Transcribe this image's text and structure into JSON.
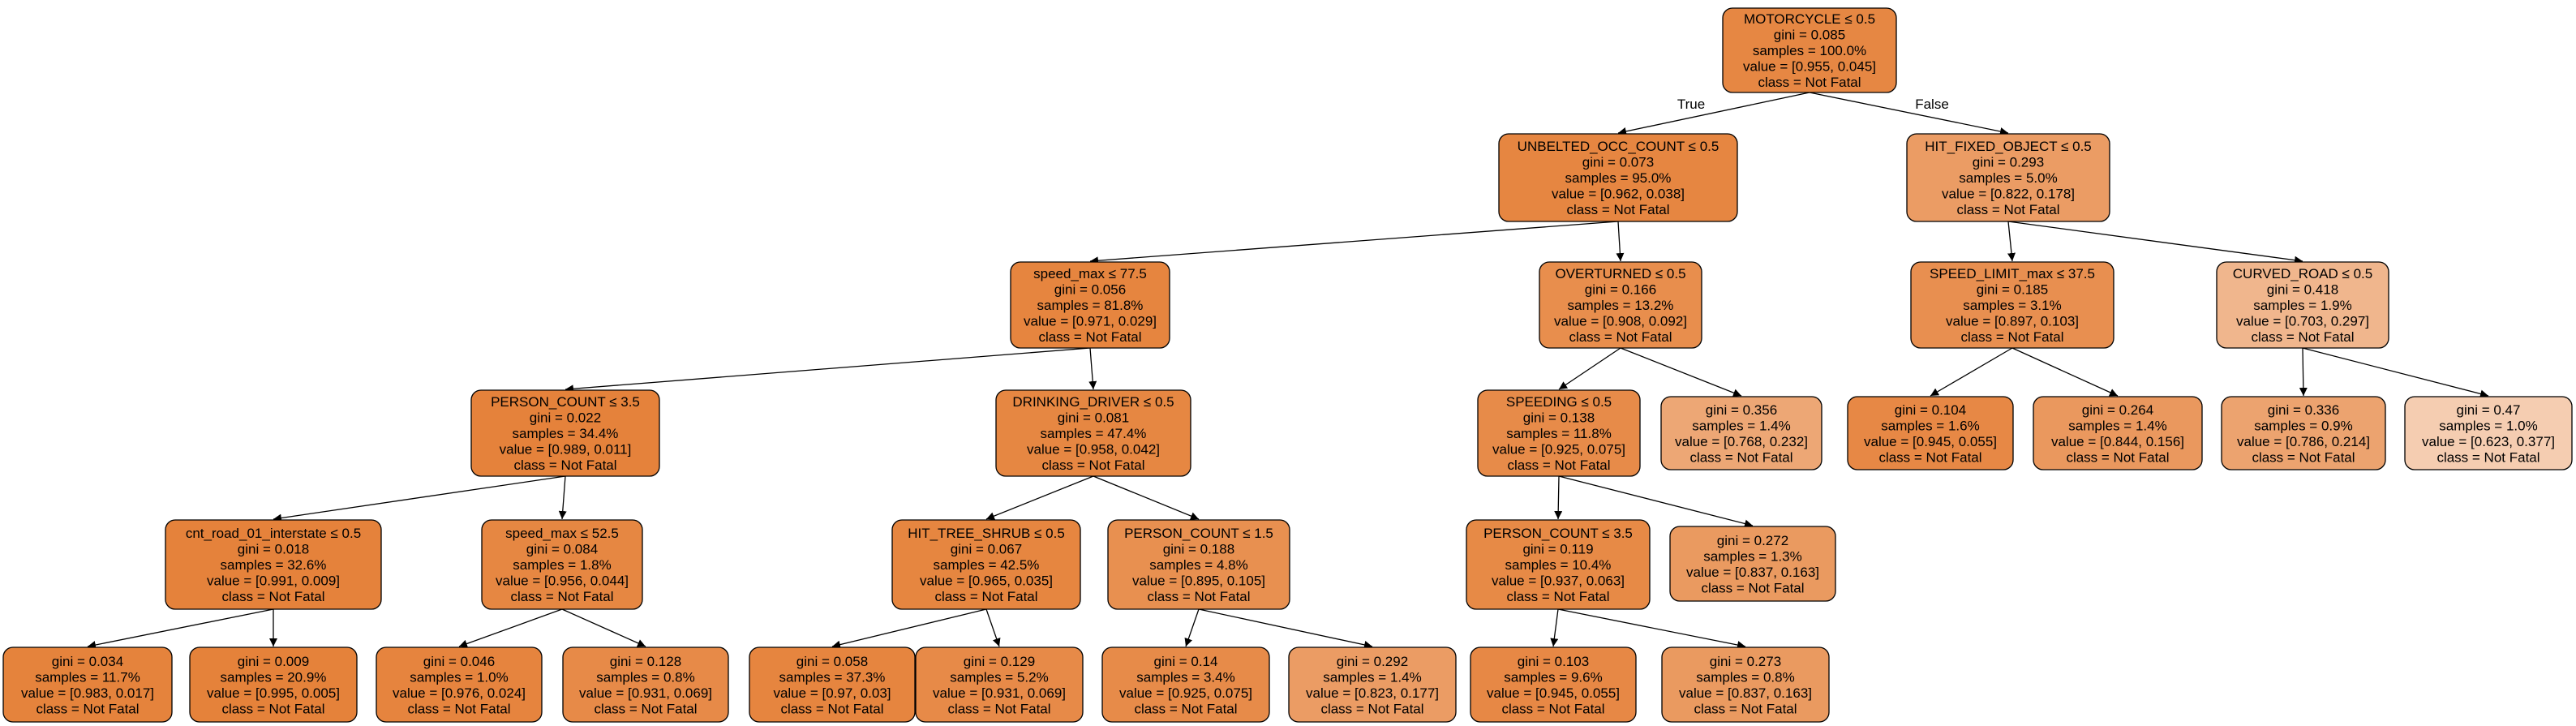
{
  "tree": {
    "edge_labels": {
      "true_label": "True",
      "false_label": "False"
    },
    "nodes": [
      {
        "id": "n0",
        "lines": [
          "MOTORCYCLE ≤ 0.5",
          "gini = 0.085",
          "samples = 100.0%",
          "value = [0.955, 0.045]",
          "class = Not Fatal"
        ],
        "fill": "#e68743"
      },
      {
        "id": "n1",
        "lines": [
          "UNBELTED_OCC_COUNT ≤ 0.5",
          "gini = 0.073",
          "samples = 95.0%",
          "value = [0.962, 0.038]",
          "class = Not Fatal"
        ],
        "fill": "#e68641"
      },
      {
        "id": "n2",
        "lines": [
          "HIT_FIXED_OBJECT ≤ 0.5",
          "gini = 0.293",
          "samples = 5.0%",
          "value = [0.822, 0.178]",
          "class = Not Fatal"
        ],
        "fill": "#eb9c64"
      },
      {
        "id": "n3",
        "lines": [
          "speed_max ≤ 77.5",
          "gini = 0.056",
          "samples = 81.8%",
          "value = [0.971, 0.029]",
          "class = Not Fatal"
        ],
        "fill": "#e6853f"
      },
      {
        "id": "n4",
        "lines": [
          "OVERTURNED ≤ 0.5",
          "gini = 0.166",
          "samples = 13.2%",
          "value = [0.908, 0.092]",
          "class = Not Fatal"
        ],
        "fill": "#e88e4d"
      },
      {
        "id": "n5",
        "lines": [
          "SPEED_LIMIT_max ≤ 37.5",
          "gini = 0.185",
          "samples = 3.1%",
          "value = [0.897, 0.103]",
          "class = Not Fatal"
        ],
        "fill": "#e88f50"
      },
      {
        "id": "n6",
        "lines": [
          "CURVED_ROAD ≤ 0.5",
          "gini = 0.418",
          "samples = 1.9%",
          "value = [0.703, 0.297]",
          "class = Not Fatal"
        ],
        "fill": "#f0b68d"
      },
      {
        "id": "n7",
        "lines": [
          "PERSON_COUNT ≤ 3.5",
          "gini = 0.022",
          "samples = 34.4%",
          "value = [0.989, 0.011]",
          "class = Not Fatal"
        ],
        "fill": "#e5823b"
      },
      {
        "id": "n8",
        "lines": [
          "DRINKING_DRIVER ≤ 0.5",
          "gini = 0.081",
          "samples = 47.4%",
          "value = [0.958, 0.042]",
          "class = Not Fatal"
        ],
        "fill": "#e68742"
      },
      {
        "id": "n9",
        "lines": [
          "SPEEDING ≤ 0.5",
          "gini = 0.138",
          "samples = 11.8%",
          "value = [0.925, 0.075]",
          "class = Not Fatal"
        ],
        "fill": "#e78b49"
      },
      {
        "id": "n10",
        "lines": [
          "gini = 0.356",
          "samples = 1.4%",
          "value = [0.768, 0.232]",
          "class = Not Fatal"
        ],
        "fill": "#eda775"
      },
      {
        "id": "n11",
        "lines": [
          "gini = 0.104",
          "samples = 1.6%",
          "value = [0.945, 0.055]",
          "class = Not Fatal"
        ],
        "fill": "#e78845"
      },
      {
        "id": "n12",
        "lines": [
          "gini = 0.264",
          "samples = 1.4%",
          "value = [0.844, 0.156]",
          "class = Not Fatal"
        ],
        "fill": "#ea985e"
      },
      {
        "id": "n13",
        "lines": [
          "gini = 0.336",
          "samples = 0.9%",
          "value = [0.786, 0.214]",
          "class = Not Fatal"
        ],
        "fill": "#eca36f"
      },
      {
        "id": "n14",
        "lines": [
          "gini = 0.47",
          "samples = 1.0%",
          "value = [0.623, 0.377]",
          "class = Not Fatal"
        ],
        "fill": "#f5cdb1"
      },
      {
        "id": "n15",
        "lines": [
          "cnt_road_01_interstate ≤ 0.5",
          "gini = 0.018",
          "samples = 32.6%",
          "value = [0.991, 0.009]",
          "class = Not Fatal"
        ],
        "fill": "#e5823b"
      },
      {
        "id": "n16",
        "lines": [
          "speed_max ≤ 52.5",
          "gini = 0.084",
          "samples = 1.8%",
          "value = [0.956, 0.044]",
          "class = Not Fatal"
        ],
        "fill": "#e68742"
      },
      {
        "id": "n17",
        "lines": [
          "HIT_TREE_SHRUB ≤ 0.5",
          "gini = 0.067",
          "samples = 42.5%",
          "value = [0.965, 0.035]",
          "class = Not Fatal"
        ],
        "fill": "#e68640"
      },
      {
        "id": "n18",
        "lines": [
          "PERSON_COUNT ≤ 1.5",
          "gini = 0.188",
          "samples = 4.8%",
          "value = [0.895, 0.105]",
          "class = Not Fatal"
        ],
        "fill": "#e89050"
      },
      {
        "id": "n19",
        "lines": [
          "PERSON_COUNT ≤ 3.5",
          "gini = 0.119",
          "samples = 10.4%",
          "value = [0.937, 0.063]",
          "class = Not Fatal"
        ],
        "fill": "#e78a46"
      },
      {
        "id": "n20",
        "lines": [
          "gini = 0.272",
          "samples = 1.3%",
          "value = [0.837, 0.163]",
          "class = Not Fatal"
        ],
        "fill": "#ea9a60"
      },
      {
        "id": "n21",
        "lines": [
          "gini = 0.034",
          "samples = 11.7%",
          "value = [0.983, 0.017]",
          "class = Not Fatal"
        ],
        "fill": "#e5833c"
      },
      {
        "id": "n22",
        "lines": [
          "gini = 0.009",
          "samples = 20.9%",
          "value = [0.995, 0.005]",
          "class = Not Fatal"
        ],
        "fill": "#e5823a"
      },
      {
        "id": "n23",
        "lines": [
          "gini = 0.046",
          "samples = 1.0%",
          "value = [0.976, 0.024]",
          "class = Not Fatal"
        ],
        "fill": "#e6843e"
      },
      {
        "id": "n24",
        "lines": [
          "gini = 0.128",
          "samples = 0.8%",
          "value = [0.931, 0.069]",
          "class = Not Fatal"
        ],
        "fill": "#e78a48"
      },
      {
        "id": "n25",
        "lines": [
          "gini = 0.058",
          "samples = 37.3%",
          "value = [0.97, 0.03]",
          "class = Not Fatal"
        ],
        "fill": "#e6853f"
      },
      {
        "id": "n26",
        "lines": [
          "gini = 0.129",
          "samples = 5.2%",
          "value = [0.931, 0.069]",
          "class = Not Fatal"
        ],
        "fill": "#e78a48"
      },
      {
        "id": "n27",
        "lines": [
          "gini = 0.14",
          "samples = 3.4%",
          "value = [0.925, 0.075]",
          "class = Not Fatal"
        ],
        "fill": "#e78b49"
      },
      {
        "id": "n28",
        "lines": [
          "gini = 0.292",
          "samples = 1.4%",
          "value = [0.823, 0.177]",
          "class = Not Fatal"
        ],
        "fill": "#eb9c64"
      },
      {
        "id": "n29",
        "lines": [
          "gini = 0.103",
          "samples = 9.6%",
          "value = [0.945, 0.055]",
          "class = Not Fatal"
        ],
        "fill": "#e78845"
      },
      {
        "id": "n30",
        "lines": [
          "gini = 0.273",
          "samples = 0.8%",
          "value = [0.837, 0.163]",
          "class = Not Fatal"
        ],
        "fill": "#ea9a60"
      }
    ],
    "edges": [
      [
        "n0",
        "n1"
      ],
      [
        "n0",
        "n2"
      ],
      [
        "n1",
        "n3"
      ],
      [
        "n1",
        "n4"
      ],
      [
        "n2",
        "n5"
      ],
      [
        "n2",
        "n6"
      ],
      [
        "n3",
        "n7"
      ],
      [
        "n3",
        "n8"
      ],
      [
        "n4",
        "n9"
      ],
      [
        "n4",
        "n10"
      ],
      [
        "n5",
        "n11"
      ],
      [
        "n5",
        "n12"
      ],
      [
        "n6",
        "n13"
      ],
      [
        "n6",
        "n14"
      ],
      [
        "n7",
        "n15"
      ],
      [
        "n7",
        "n16"
      ],
      [
        "n8",
        "n17"
      ],
      [
        "n8",
        "n18"
      ],
      [
        "n9",
        "n19"
      ],
      [
        "n9",
        "n20"
      ],
      [
        "n15",
        "n21"
      ],
      [
        "n15",
        "n22"
      ],
      [
        "n16",
        "n23"
      ],
      [
        "n16",
        "n24"
      ],
      [
        "n17",
        "n25"
      ],
      [
        "n17",
        "n26"
      ],
      [
        "n18",
        "n27"
      ],
      [
        "n18",
        "n28"
      ],
      [
        "n19",
        "n29"
      ],
      [
        "n19",
        "n30"
      ]
    ]
  }
}
